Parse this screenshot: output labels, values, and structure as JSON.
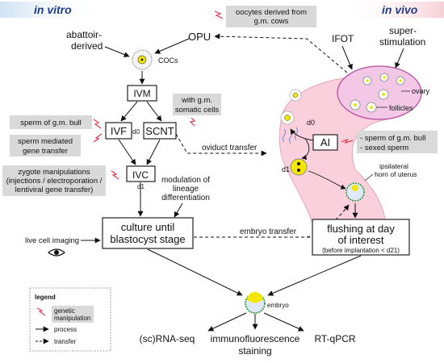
{
  "headers": {
    "in_vitro": "in vitro",
    "in_vivo": "in vivo"
  },
  "nodes": {
    "opu": "OPU",
    "abattoir": [
      "abattoir-",
      "derived"
    ],
    "cocs": "COCs",
    "ivm": "IVM",
    "ivf": "IVF",
    "scnt": "SCNT",
    "d0_left": "d0",
    "ivc": "IVC",
    "d1_left": "d1",
    "culture": [
      "culture until",
      "blastocyst stage"
    ],
    "live_imaging": "live cell imaging",
    "ifot": "IFOT",
    "superstim": [
      "super-",
      "stimulation"
    ],
    "ovary": "ovary",
    "follicles": "follicles",
    "d0_right": "d0",
    "ai": "AI",
    "d1_right": "d1",
    "horn": [
      "ipsilateral",
      "horn of uterus"
    ],
    "flushing": [
      "flushing at day",
      "of interest"
    ],
    "flushing_note": "(before implantation < d21)",
    "embryo": "embryo",
    "rna_seq": "(sc)RNA-seq",
    "immuno": [
      "immunofluorescence",
      "staining"
    ],
    "rtqpcr": "RT-qPCR"
  },
  "gray_labels": {
    "oocytes": [
      "oocytes derived from",
      "g.m. cows"
    ],
    "somatic": [
      "with g.m.",
      "somatic cells"
    ],
    "sperm_bull": "sperm of g.m. bull",
    "sperm_mediated": [
      "sperm mediated",
      "gene transfer"
    ],
    "zygote": [
      "zygote manipulations",
      "(injections / electroporation /",
      "lentiviral gene transfer)"
    ],
    "ai_sperm": [
      "- sperm of g.m. bull",
      "- sexed sperm"
    ]
  },
  "transfer_labels": {
    "oviduct": "oviduct transfer",
    "embryo": "embryo transfer",
    "modulation": [
      "modulation of",
      "lineage",
      "differentiation"
    ]
  },
  "legend": {
    "title": "legend",
    "items": [
      "genetic",
      "manipulation",
      "process",
      "transfer"
    ]
  },
  "colors": {
    "header_blue": "#cfe2f3",
    "header_pink": "#f6d0d6",
    "uterus": "#f9d0dc",
    "yellow": "#f3e600",
    "lightning": "#e8324a"
  }
}
